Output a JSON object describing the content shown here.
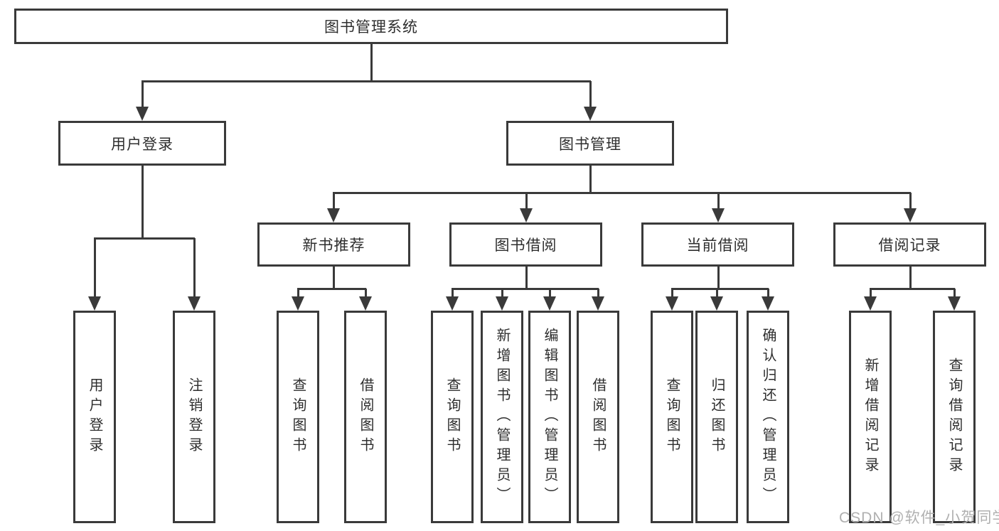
{
  "diagram": {
    "type": "hierarchy-tree",
    "title": "图书管理系统",
    "colors": {
      "line": "#3a3a3a",
      "border": "#3a3a3a",
      "text": "#2e2e2e",
      "background": "#ffffff",
      "watermark": "#b0b0b0"
    }
  },
  "tree": {
    "label": "图书管理系统",
    "children": [
      {
        "label": "用户登录",
        "children": [
          {
            "label": "用户登录"
          },
          {
            "label": "注销登录"
          }
        ]
      },
      {
        "label": "图书管理",
        "children": [
          {
            "label": "新书推荐",
            "children": [
              {
                "label": "查询图书"
              },
              {
                "label": "借阅图书"
              }
            ]
          },
          {
            "label": "图书借阅",
            "children": [
              {
                "label": "查询图书"
              },
              {
                "label": "新增图书（管理员）"
              },
              {
                "label": "编辑图书（管理员）"
              },
              {
                "label": "借阅图书"
              }
            ]
          },
          {
            "label": "当前借阅",
            "children": [
              {
                "label": "查询图书"
              },
              {
                "label": "归还图书"
              },
              {
                "label": "确认归还（管理员）"
              }
            ]
          },
          {
            "label": "借阅记录",
            "children": [
              {
                "label": "新增借阅记录"
              },
              {
                "label": "查询借阅记录"
              }
            ]
          }
        ]
      }
    ]
  },
  "watermark": {
    "text": "CSDN @软件_小贺同学"
  }
}
